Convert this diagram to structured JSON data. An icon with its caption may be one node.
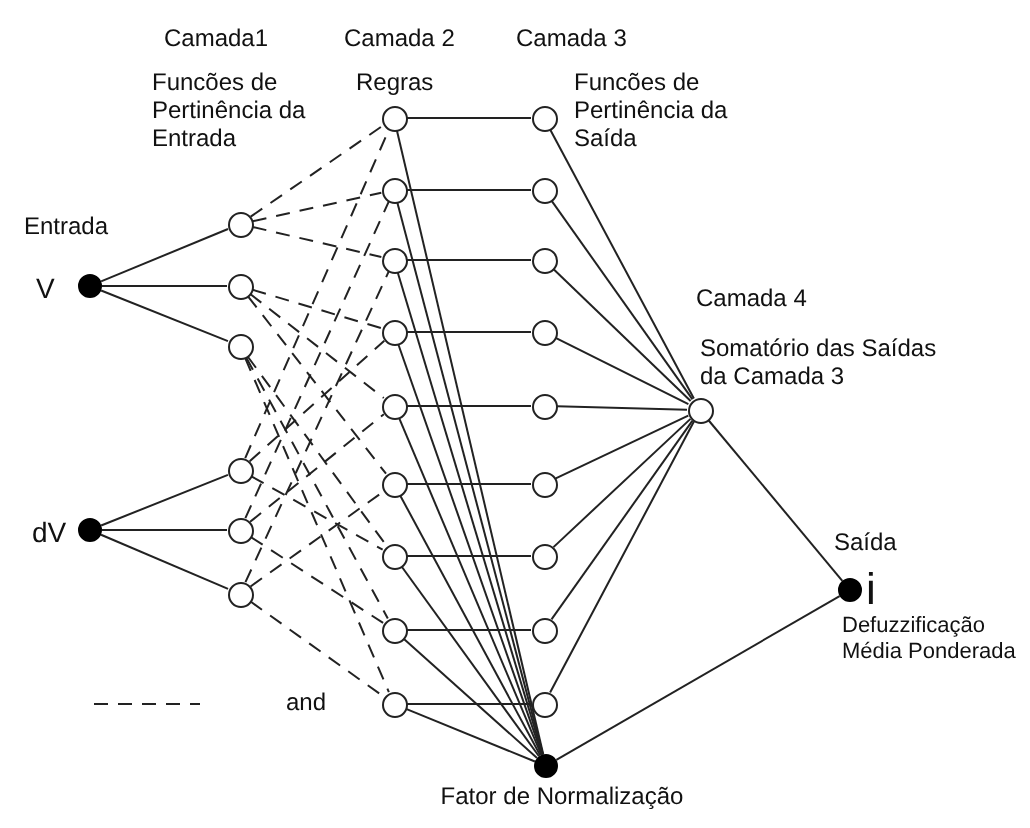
{
  "diagram": {
    "nodes": [
      {
        "text": [],
        "shape": "dot",
        "beside": [
          "V"
        ]
      },
      {
        "text": [],
        "shape": "dot",
        "beside": [
          "dV"
        ]
      },
      {
        "text": [],
        "shape": "circle"
      },
      {
        "text": [],
        "shape": "circle"
      },
      {
        "text": [],
        "shape": "circle"
      },
      {
        "text": [],
        "shape": "circle"
      },
      {
        "text": [],
        "shape": "circle"
      },
      {
        "text": [],
        "shape": "circle"
      },
      {
        "text": [],
        "shape": "circle"
      },
      {
        "text": [],
        "shape": "circle"
      },
      {
        "text": [],
        "shape": "circle"
      },
      {
        "text": [],
        "shape": "circle"
      },
      {
        "text": [],
        "shape": "circle"
      },
      {
        "text": [],
        "shape": "circle"
      },
      {
        "text": [],
        "shape": "circle"
      },
      {
        "text": [],
        "shape": "circle"
      },
      {
        "text": [],
        "shape": "circle"
      },
      {
        "text": [],
        "shape": "circle"
      },
      {
        "text": [],
        "shape": "circle"
      },
      {
        "text": [],
        "shape": "circle"
      },
      {
        "text": [],
        "shape": "circle"
      },
      {
        "text": [],
        "shape": "circle"
      },
      {
        "text": [],
        "shape": "circle"
      },
      {
        "text": [],
        "shape": "circle"
      },
      {
        "text": [],
        "shape": "circle"
      },
      {
        "text": [],
        "shape": "circle"
      },
      {
        "text": [],
        "shape": "circle"
      },
      {
        "text": [],
        "shape": "dot",
        "beside": [
          "Fator de Normalização"
        ]
      },
      {
        "text": [],
        "shape": "dot",
        "beside": [
          "i",
          "Defuzzificação Média Ponderada"
        ]
      }
    ],
    "edges": [
      {
        "from": 0,
        "to": 2,
        "arrow": "none"
      },
      {
        "from": 0,
        "to": 3,
        "arrow": "none"
      },
      {
        "from": 0,
        "to": 4,
        "arrow": "none"
      },
      {
        "from": 1,
        "to": 5,
        "arrow": "none"
      },
      {
        "from": 1,
        "to": 6,
        "arrow": "none"
      },
      {
        "from": 1,
        "to": 7,
        "arrow": "none"
      },
      {
        "from": 2,
        "to": 8,
        "arrow": "none",
        "style": "dashed"
      },
      {
        "from": 2,
        "to": 9,
        "arrow": "none",
        "style": "dashed"
      },
      {
        "from": 2,
        "to": 10,
        "arrow": "none",
        "style": "dashed"
      },
      {
        "from": 3,
        "to": 11,
        "arrow": "none",
        "style": "dashed"
      },
      {
        "from": 3,
        "to": 12,
        "arrow": "none",
        "style": "dashed"
      },
      {
        "from": 3,
        "to": 13,
        "arrow": "none",
        "style": "dashed"
      },
      {
        "from": 4,
        "to": 14,
        "arrow": "none",
        "style": "dashed"
      },
      {
        "from": 4,
        "to": 15,
        "arrow": "none",
        "style": "dashed"
      },
      {
        "from": 4,
        "to": 16,
        "arrow": "none",
        "style": "dashed"
      },
      {
        "from": 5,
        "to": 8,
        "arrow": "none",
        "style": "dashed"
      },
      {
        "from": 5,
        "to": 11,
        "arrow": "none",
        "style": "dashed"
      },
      {
        "from": 5,
        "to": 14,
        "arrow": "none",
        "style": "dashed"
      },
      {
        "from": 6,
        "to": 9,
        "arrow": "none",
        "style": "dashed"
      },
      {
        "from": 6,
        "to": 12,
        "arrow": "none",
        "style": "dashed"
      },
      {
        "from": 6,
        "to": 15,
        "arrow": "none",
        "style": "dashed"
      },
      {
        "from": 7,
        "to": 10,
        "arrow": "none",
        "style": "dashed"
      },
      {
        "from": 7,
        "to": 13,
        "arrow": "none",
        "style": "dashed"
      },
      {
        "from": 7,
        "to": 16,
        "arrow": "none",
        "style": "dashed"
      },
      {
        "from": 8,
        "to": 17,
        "arrow": "none"
      },
      {
        "from": 9,
        "to": 18,
        "arrow": "none"
      },
      {
        "from": 10,
        "to": 19,
        "arrow": "none"
      },
      {
        "from": 11,
        "to": 20,
        "arrow": "none"
      },
      {
        "from": 12,
        "to": 21,
        "arrow": "none"
      },
      {
        "from": 13,
        "to": 22,
        "arrow": "none"
      },
      {
        "from": 14,
        "to": 23,
        "arrow": "none"
      },
      {
        "from": 15,
        "to": 24,
        "arrow": "none"
      },
      {
        "from": 16,
        "to": 25,
        "arrow": "none"
      },
      {
        "from": 8,
        "to": 27,
        "arrow": "none"
      },
      {
        "from": 9,
        "to": 27,
        "arrow": "none"
      },
      {
        "from": 10,
        "to": 27,
        "arrow": "none"
      },
      {
        "from": 11,
        "to": 27,
        "arrow": "none"
      },
      {
        "from": 12,
        "to": 27,
        "arrow": "none"
      },
      {
        "from": 13,
        "to": 27,
        "arrow": "none"
      },
      {
        "from": 14,
        "to": 27,
        "arrow": "none"
      },
      {
        "from": 15,
        "to": 27,
        "arrow": "none"
      },
      {
        "from": 16,
        "to": 27,
        "arrow": "none"
      },
      {
        "from": 17,
        "to": 26,
        "arrow": "none"
      },
      {
        "from": 18,
        "to": 26,
        "arrow": "none"
      },
      {
        "from": 19,
        "to": 26,
        "arrow": "none"
      },
      {
        "from": 20,
        "to": 26,
        "arrow": "none"
      },
      {
        "from": 21,
        "to": 26,
        "arrow": "none"
      },
      {
        "from": 22,
        "to": 26,
        "arrow": "none"
      },
      {
        "from": 23,
        "to": 26,
        "arrow": "none"
      },
      {
        "from": 24,
        "to": 26,
        "arrow": "none"
      },
      {
        "from": 25,
        "to": 26,
        "arrow": "none"
      },
      {
        "from": 26,
        "to": 28,
        "arrow": "none"
      },
      {
        "from": 27,
        "to": 28,
        "arrow": "none"
      }
    ],
    "labels": [
      "Camada1",
      "Camada 2",
      "Camada 3",
      "Funcões de Pertinência da Entrada",
      "Regras",
      "Funcões de Pertinência da Saída",
      "Entrada",
      "Camada 4",
      "Somatório das Saídas da Camada 3",
      "Saída"
    ],
    "legend": [
      {
        "text": "and"
      }
    ]
  }
}
